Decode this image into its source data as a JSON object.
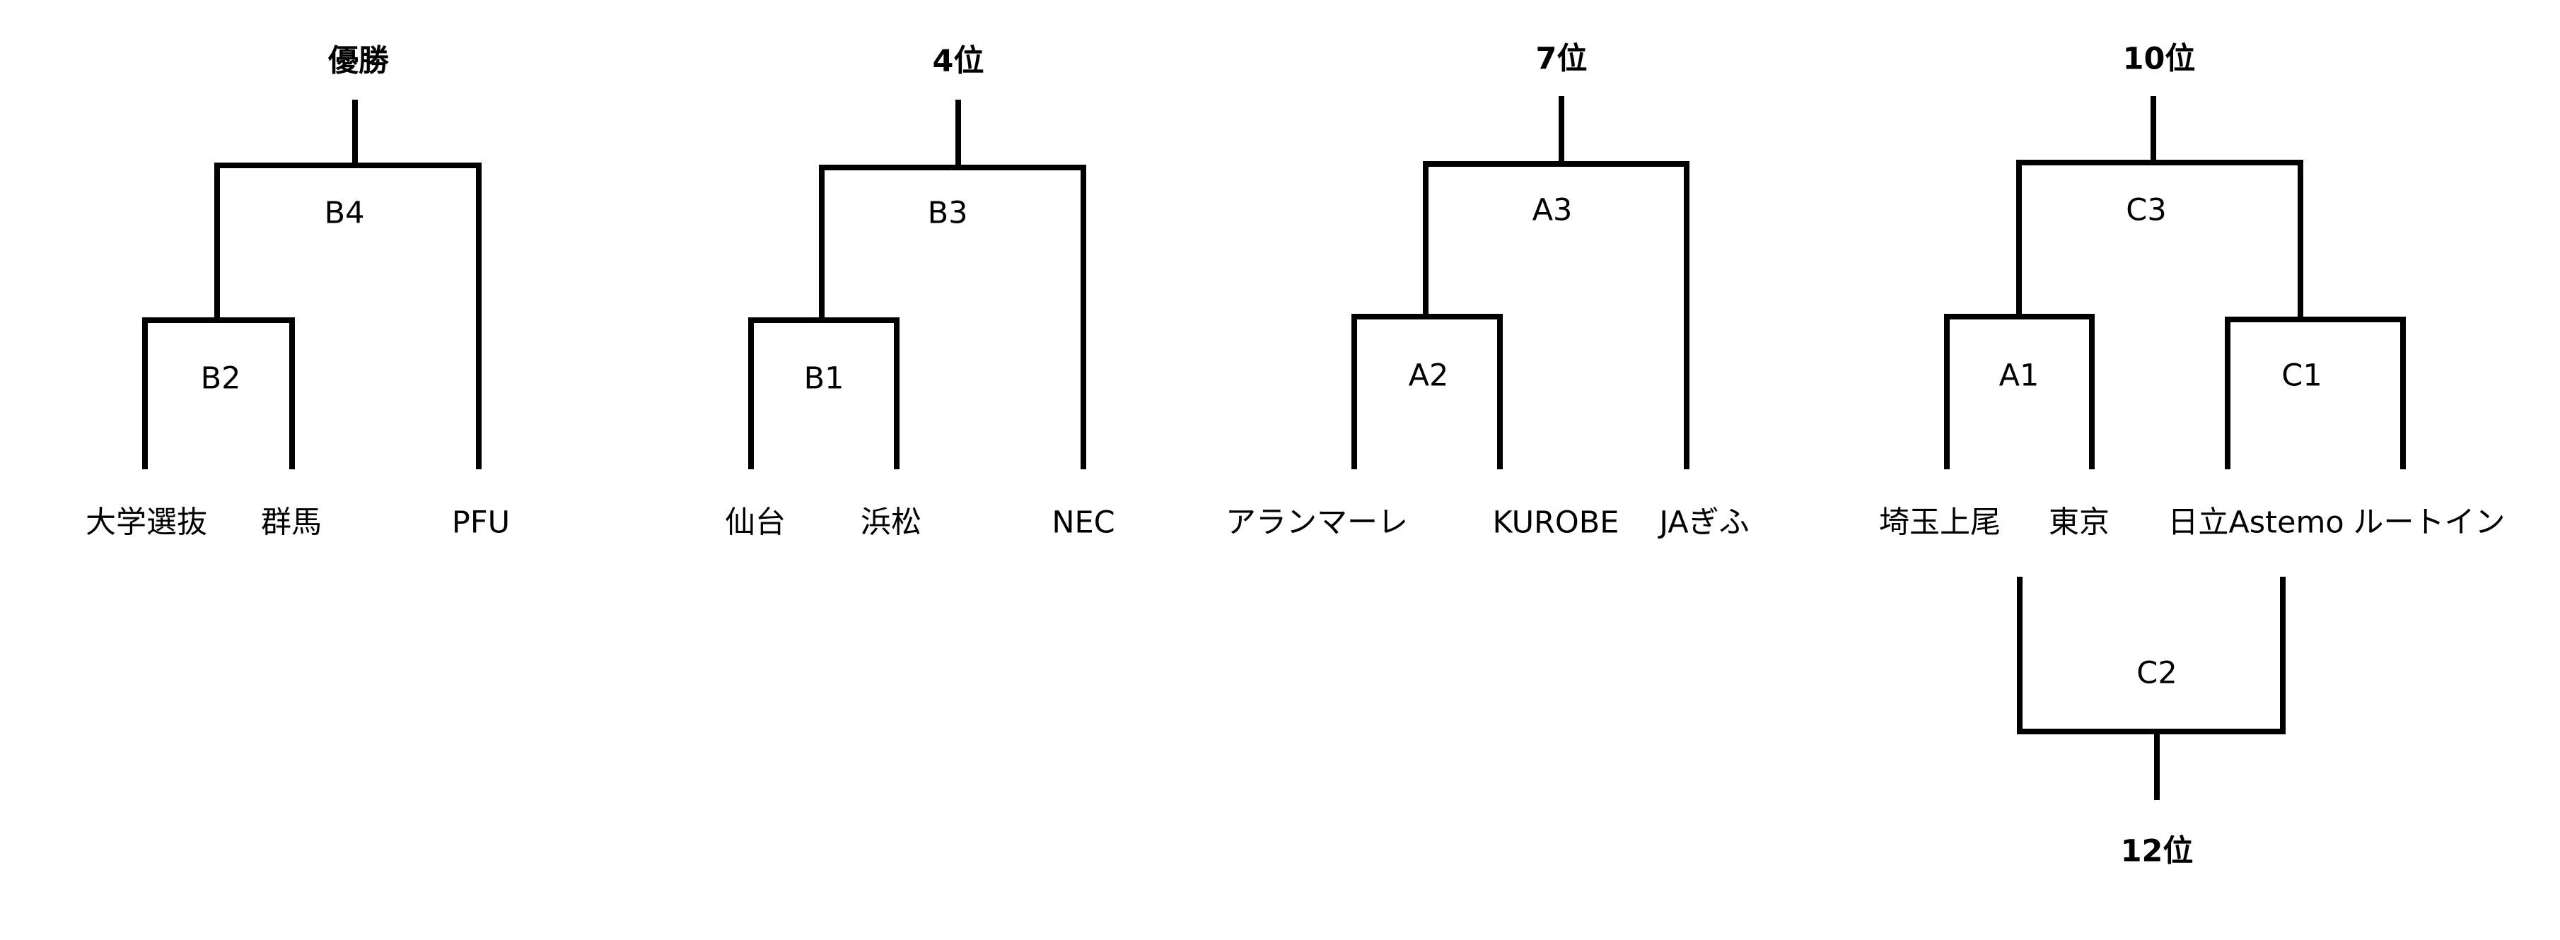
{
  "brackets": [
    {
      "title": "優勝",
      "match_top": "B4",
      "match_sub": "B2",
      "teams": [
        "大学選抜",
        "群馬",
        "PFU"
      ]
    },
    {
      "title": "4位",
      "match_top": "B3",
      "match_sub": "B1",
      "teams": [
        "仙台",
        "浜松",
        "NEC"
      ]
    },
    {
      "title": "7位",
      "match_top": "A3",
      "match_sub": "A2",
      "teams": [
        "アランマーレ",
        "KUROBE",
        "JAぎふ"
      ]
    },
    {
      "title": "10位",
      "match_top": "C3",
      "match_left": "A1",
      "match_right": "C1",
      "match_lower": "C2",
      "title_lower": "12位",
      "teams": [
        "埼玉上尾",
        "東京",
        "日立Astemo",
        "ルートイン"
      ]
    }
  ],
  "colors": {
    "line": "#000000",
    "text": "#000000",
    "background": "#ffffff"
  }
}
